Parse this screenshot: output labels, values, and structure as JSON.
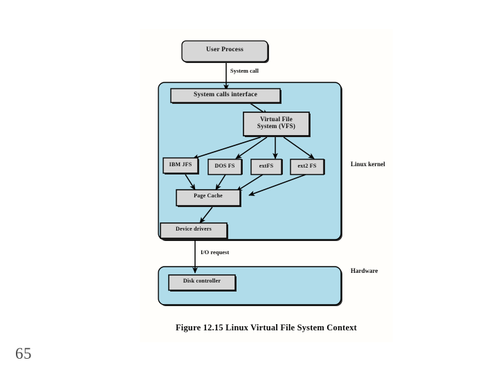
{
  "slide": {
    "page_number": "65",
    "background_color": "#ffffff"
  },
  "figure": {
    "caption": "Figure 12.15  Linux Virtual File System Context",
    "colors": {
      "panel_fill": "#b0dcea",
      "box_fill": "#d7d7d7",
      "stroke": "#000000",
      "shadow": "#2b2b2b"
    },
    "panels": [
      {
        "id": "kernel",
        "label": "Linux kernel"
      },
      {
        "id": "hardware",
        "label": "Hardware"
      }
    ],
    "boxes": [
      {
        "id": "user-process",
        "label": "User Process"
      },
      {
        "id": "system-calls-interface",
        "label": "System calls interface"
      },
      {
        "id": "vfs",
        "label": "Virtual File\nSystem (VFS)"
      },
      {
        "id": "ibm-jfs",
        "label": "IBM JFS"
      },
      {
        "id": "dos-fs",
        "label": "DOS FS"
      },
      {
        "id": "ext-fs",
        "label": "extFS"
      },
      {
        "id": "ext2-fs",
        "label": "ext2 FS"
      },
      {
        "id": "page-cache",
        "label": "Page Cache"
      },
      {
        "id": "device-drivers",
        "label": "Device drivers"
      },
      {
        "id": "disk-controller",
        "label": "Disk controller"
      }
    ],
    "edge_labels": [
      {
        "id": "system-call",
        "label": "System call"
      },
      {
        "id": "io-request",
        "label": "I/O request"
      }
    ]
  }
}
